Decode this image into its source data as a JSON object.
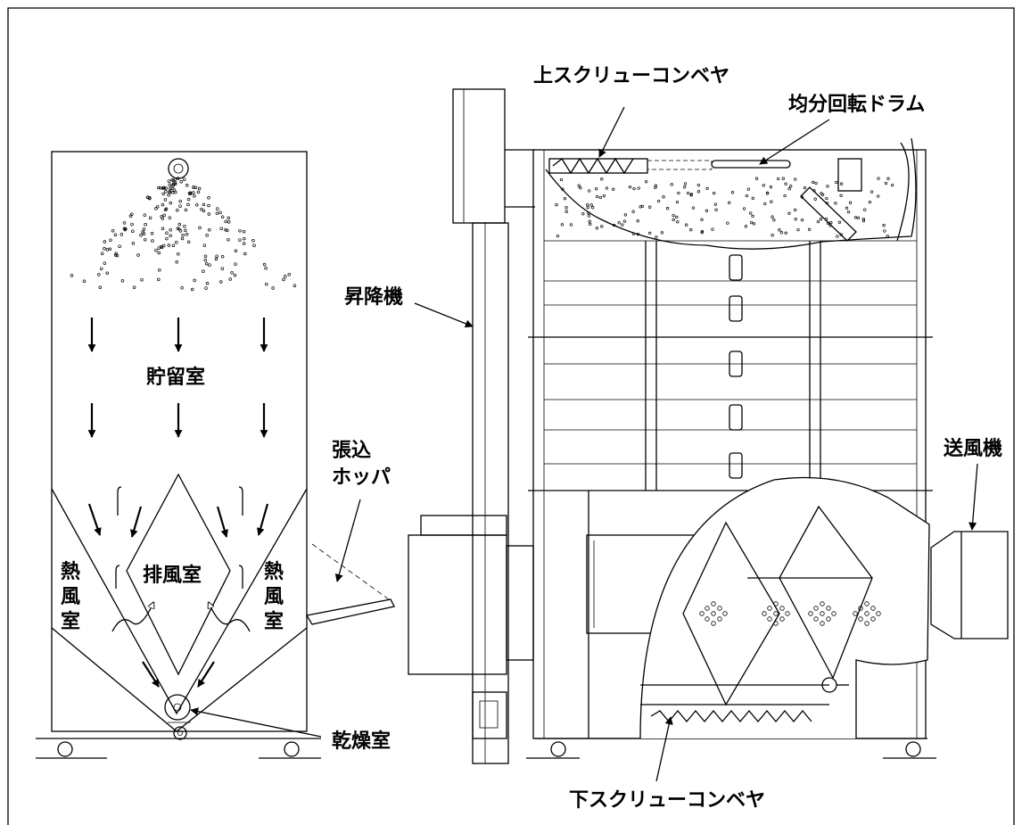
{
  "labels": {
    "upper_screw_conveyor": "上スクリューコンベヤ",
    "leveling_drum": "均分回転ドラム",
    "elevator": "昇降機",
    "storage_chamber": "貯留室",
    "loading_hopper_line1": "張込",
    "loading_hopper_line2": "ホッパ",
    "blower": "送風機",
    "hot_air_chamber_left": [
      "熱",
      "風",
      "室"
    ],
    "hot_air_chamber_right": [
      "熱",
      "風",
      "室"
    ],
    "exhaust_chamber": "排風室",
    "drying_chamber": "乾燥室",
    "lower_screw_conveyor": "下スクリューコンベヤ"
  }
}
